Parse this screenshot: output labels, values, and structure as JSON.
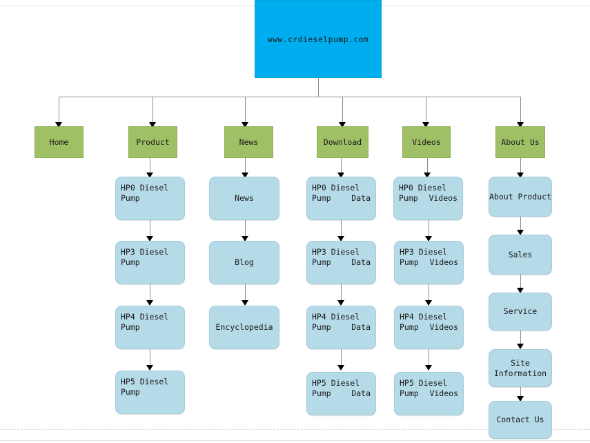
{
  "diagram": {
    "type": "sitemap-tree",
    "title": "www.crdieselpump.com site structure",
    "colors": {
      "root_fill": "#00aeef",
      "section_fill": "#a0c066",
      "leaf_fill": "#b5dae8",
      "connector": "#8c8c8c",
      "arrow": "#000000"
    }
  },
  "root": {
    "label": "www.crdieselpump.com"
  },
  "sections": [
    {
      "label": "Home"
    },
    {
      "label": "Product"
    },
    {
      "label": "News"
    },
    {
      "label": "Download"
    },
    {
      "label": "Videos"
    },
    {
      "label": "About Us"
    }
  ],
  "columns": {
    "product": [
      {
        "line1": "HP0 Diesel",
        "line2": "Pump"
      },
      {
        "line1": "HP3 Diesel",
        "line2": "Pump"
      },
      {
        "line1": "HP4 Diesel",
        "line2": "Pump"
      },
      {
        "line1": "HP5 Diesel",
        "line2": "Pump"
      }
    ],
    "news": [
      {
        "label": "News"
      },
      {
        "label": "Blog"
      },
      {
        "label": "Encyclopedia"
      }
    ],
    "download": [
      {
        "line1": "HP0 Diesel",
        "line2": "Pump Data"
      },
      {
        "line1": "HP3 Diesel",
        "line2": "Pump Data"
      },
      {
        "line1": "HP4 Diesel",
        "line2": "Pump Data"
      },
      {
        "line1": "HP5 Diesel",
        "line2": "Pump Data"
      }
    ],
    "videos": [
      {
        "line1": "HP0 Diesel",
        "line2": "Pump Videos"
      },
      {
        "line1": "HP3 Diesel",
        "line2": "Pump Videos"
      },
      {
        "line1": "HP4 Diesel",
        "line2": "Pump Videos"
      },
      {
        "line1": "HP5 Diesel",
        "line2": "Pump Videos"
      }
    ],
    "about": [
      {
        "label": "About Product"
      },
      {
        "label": "Sales"
      },
      {
        "label": "Service"
      },
      {
        "line1": "Site",
        "line2": "Information"
      },
      {
        "label": "Contact Us"
      }
    ]
  }
}
